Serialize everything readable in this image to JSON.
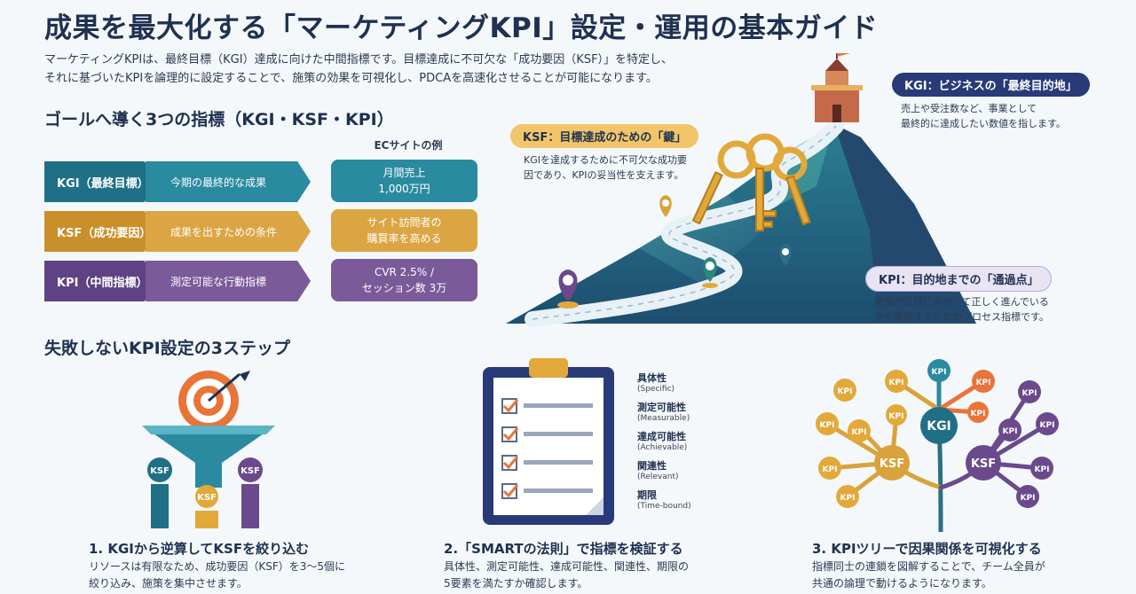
{
  "title": "成果を最大化する「マーケティングKPI」設定・運用の基本ガイド",
  "intro": {
    "line1": "マーケティングKPIは、最終目標（KGI）達成に向けた中間指標です。目標達成に不可欠な「成功要因（KSF）」を特定し、",
    "line2": "それに基づいたKPIを論理的に設定することで、施策の効果を可視化し、PDCAを高速化させることが可能になります。"
  },
  "indicators": {
    "heading": "ゴールへ導く3つの指標（KGI・KSF・KPI）",
    "example_label": "ECサイトの例",
    "items": [
      {
        "label": "KGI（最終目標）",
        "desc": "今期の最終的な成果",
        "example": "月間売上\n1,000万円"
      },
      {
        "label": "KSF（成功要因）",
        "desc": "成果を出すための条件",
        "example": "サイト訪問者の\n購買率を高める"
      },
      {
        "label": "KPI（中間指標）",
        "desc": "測定可能な行動指標",
        "example": "CVR 2.5% /\nセッション数 3万"
      }
    ]
  },
  "mountain": {
    "kgi": {
      "title": "KGI：ビジネスの「最終目的地」",
      "text": "売上や受注数など、事業として\n最終的に達成したい数値を指します。"
    },
    "ksf": {
      "title": "KSF：目標達成のための「鍵」",
      "text": "KGIを達成するために不可欠な成功要\n因であり、KPIの妥当性を支えます。"
    },
    "kpi": {
      "title": "KPI：目的地までの「通過点」",
      "text": "施策が目標に向かって正しく進んでいる\nかを確認するためのプロセス指標です。"
    }
  },
  "steps": {
    "heading": "失敗しないKPI設定の3ステップ",
    "funnel_labels": [
      "KSF",
      "KSF",
      "KSF"
    ],
    "tree_labels": {
      "kgi": "KGI",
      "ksf": "KSF",
      "kpi": "KPI"
    },
    "smart": [
      {
        "jp": "具体性",
        "en": "(Specific)"
      },
      {
        "jp": "測定可能性",
        "en": "(Measurable)"
      },
      {
        "jp": "達成可能性",
        "en": "(Achievable)"
      },
      {
        "jp": "関連性",
        "en": "(Relevant)"
      },
      {
        "jp": "期限",
        "en": "(Time-bound)"
      }
    ],
    "items": [
      {
        "title": "1. KGIから逆算してKSFを絞り込む",
        "desc": "リソースは有限なため、成功要因（KSF）を3〜5個に\n絞り込み、施策を集中させます。"
      },
      {
        "title": "2.「SMARTの法則」で指標を検証する",
        "desc": "具体性、測定可能性、達成可能性、関連性、期限の\n5要素を満たすか確認します。"
      },
      {
        "title": "3. KPIツリーで因果関係を可視化する",
        "desc": "指標同士の連鎖を図解することで、チーム全員が\n共通の論理で動けるようになります。"
      }
    ]
  },
  "colors": {
    "kgi": "#1f6f86",
    "kgi_ex": "#2a8aa0",
    "ksf": "#d9a23a",
    "ksf_ex": "#e0ad45",
    "kpi": "#6a4a8c",
    "kpi_ex": "#7a5a98",
    "navy": "#1f3150"
  }
}
